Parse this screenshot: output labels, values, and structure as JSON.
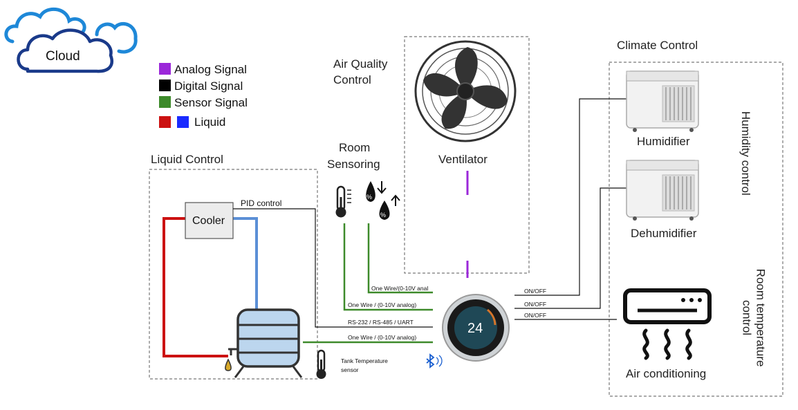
{
  "cloud": {
    "label": "Cloud"
  },
  "legend": [
    {
      "label": "Analog Signal",
      "colors": [
        "#9b27d9"
      ]
    },
    {
      "label": "Digital Signal",
      "colors": [
        "#000000"
      ]
    },
    {
      "label": "Sensor Signal",
      "colors": [
        "#3d8a2a"
      ]
    },
    {
      "label": "Liquid",
      "colors": [
        "#cc1111",
        "#1a2bff"
      ]
    }
  ],
  "sections": {
    "liquid_control": "Liquid Control",
    "air_quality_line1": "Air Quality",
    "air_quality_line2": "Control",
    "room_sensoring_line1": "Room",
    "room_sensoring_line2": "Sensoring",
    "climate_control": "Climate Control",
    "humidity_control": "Humidity control",
    "room_temp_line1": "Room temperature",
    "room_temp_line2": "control"
  },
  "devices": {
    "cooler": "Cooler",
    "ventilator": "Ventilator",
    "humidifier": "Humidifier",
    "dehumidifier": "Dehumidifier",
    "air_conditioning": "Air conditioning",
    "thermostat_value": "24",
    "tank_sensor_line1": "Tank Temperature",
    "tank_sensor_line2": "sensor"
  },
  "connections": {
    "pid": "PID control",
    "one_wire_top": "One Wire/(0-10V anal",
    "one_wire_mid": "One Wire / (0-10V analog)",
    "rs": "RS-232 / RS-485 / UART",
    "one_wire_bottom": "One Wire / (0-10V analog)",
    "onoff_1": "ON/OFF",
    "onoff_2": "ON/OFF",
    "onoff_3": "ON/OFF"
  },
  "colors": {
    "analog": "#9b27d9",
    "digital": "#000000",
    "sensor": "#3d8a2a",
    "liquid_hot": "#cc1111",
    "liquid_cold": "#5b8fd6",
    "cloud": "#1e88d8",
    "cloud_inner": "#1a3a8a"
  }
}
